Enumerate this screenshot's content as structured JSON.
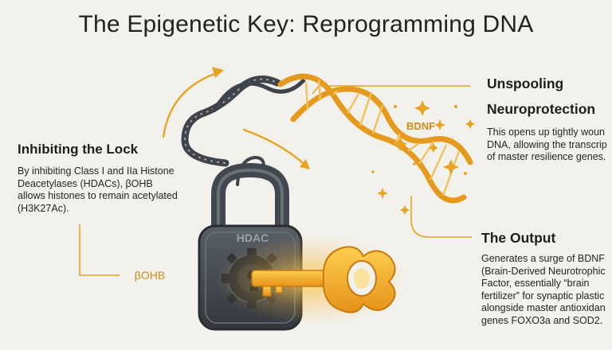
{
  "title": "The Epigenetic Key: Reprogramming DNA",
  "left_block": {
    "heading": "Inhibiting the Lock",
    "body": "By inhibiting Class I and IIa Histone Deacetylases (HDACs), βOHB allows histones to remain acetylated (H3K27Ac)."
  },
  "top_right_block": {
    "heading_line1": "Unspooling",
    "heading_line2": "Neuroprotection",
    "body": "This opens up tightly woun\nDNA, allowing the transcrip\nof master resilience genes."
  },
  "output_block": {
    "heading": "The Output",
    "body": "Generates a surge of BDNF\n(Brain-Derived Neurotrophic\nFactor, essentially “brain\nfertilizer” for synaptic plastic\nalongside master antioxidan\ngenes FOXO3a and SOD2."
  },
  "labels": {
    "lock": "HDAC",
    "key": "βOHB",
    "bdnf": "BDNF"
  },
  "colors": {
    "accent": "#e8a322",
    "lock_dark": "#434850",
    "dna_dark": "#3f434a",
    "dna_gold": "#e69a1d"
  },
  "icons": [
    "padlock-icon",
    "key-icon",
    "dna-helix-icon",
    "sparkle-icon",
    "arrow-icon"
  ]
}
